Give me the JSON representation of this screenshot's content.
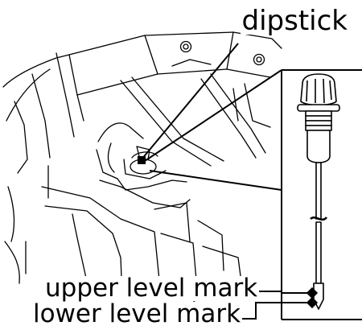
{
  "labels": {
    "dipstick": "dipstick",
    "upper_level_mark": "upper level mark",
    "lower_level_mark": "lower level mark"
  }
}
